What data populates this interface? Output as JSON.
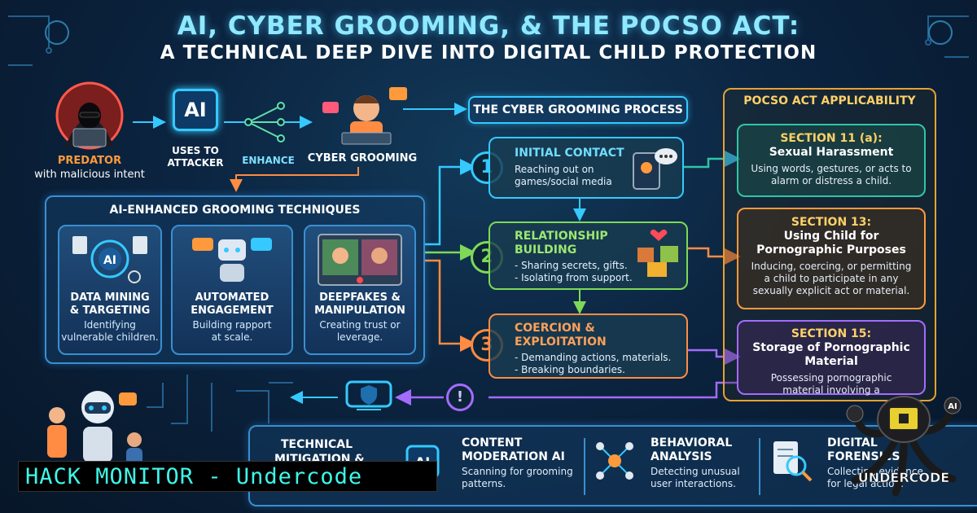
{
  "title": {
    "line1": "AI, CYBER GROOMING, & THE POCSO ACT:",
    "line2": "A TECHNICAL DEEP DIVE INTO DIGITAL CHILD PROTECTION"
  },
  "top_flow": {
    "predator_label": "PREDATOR",
    "predator_sub": "with malicious intent",
    "ai_badge": "AI",
    "uses_to": "USES TO",
    "attacker": "ATTACKER",
    "enhance": "ENHANCE",
    "cyber_grooming": "CYBER GROOMING"
  },
  "techniques": {
    "title": "AI-ENHANCED GROOMING TECHNIQUES",
    "cards": [
      {
        "head1": "DATA MINING",
        "head2": "& TARGETING",
        "desc1": "Identifying",
        "desc2": "vulnerable children."
      },
      {
        "head1": "AUTOMATED",
        "head2": "ENGAGEMENT",
        "desc1": "Building rapport",
        "desc2": "at scale."
      },
      {
        "head1": "DEEPFAKES &",
        "head2": "MANIPULATION",
        "desc1": "Creating trust or",
        "desc2": "leverage."
      }
    ]
  },
  "process": {
    "title": "THE CYBER GROOMING PROCESS",
    "steps": [
      {
        "num": "1",
        "head1": "INITIAL CONTACT",
        "head2": "",
        "desc1": "Reaching out on",
        "desc2": "games/social media",
        "color": "#35c9ff"
      },
      {
        "num": "2",
        "head1": "RELATIONSHIP",
        "head2": "BUILDING",
        "desc1": "- Sharing secrets, gifts.",
        "desc2": "- Isolating from support.",
        "color": "#7ed957"
      },
      {
        "num": "3",
        "head1": "COERCION &",
        "head2": "EXPLOITATION",
        "desc1": "- Demanding actions, materials.",
        "desc2": "- Breaking boundaries.",
        "color": "#ff8c42"
      }
    ]
  },
  "pocso": {
    "title": "POCSO ACT APPLICABILITY",
    "sections": [
      {
        "head": "SECTION 11 (a):",
        "sub1": "Sexual Harassment",
        "sub2": "",
        "desc1": "Using words, gestures, or acts to",
        "desc2": "alarm or distress a child.",
        "desc3": "",
        "color": "#2fc6a8"
      },
      {
        "head": "SECTION 13:",
        "sub1": "Using Child for",
        "sub2": "Pornographic Purposes",
        "desc1": "Inducing, coercing, or permitting",
        "desc2": "a child to participate in any",
        "desc3": "sexually explicit act or material.",
        "color": "#ff9a3c"
      },
      {
        "head": "SECTION 15:",
        "sub1": "Storage of Pornographic",
        "sub2": "Material",
        "desc1": "Possessing pornographic",
        "desc2": "material involving a",
        "desc3": "",
        "color": "#a46bff"
      }
    ]
  },
  "mitigation": {
    "title1": "TECHNICAL",
    "title2": "MITIGATION &",
    "items": [
      {
        "head1": "CONTENT",
        "head2": "MODERATION AI",
        "desc1": "Scanning for grooming",
        "desc2": "patterns."
      },
      {
        "head1": "BEHAVIORAL",
        "head2": "ANALYSIS",
        "desc1": "Detecting unusual",
        "desc2": "user interactions."
      },
      {
        "head1": "DIGITAL",
        "head2": "FORENSICS",
        "desc1": "Collecting evidence",
        "desc2": "for legal action."
      }
    ]
  },
  "warning_symbol": "!",
  "banner_text": "HACK MONITOR - Undercode",
  "watermark_logo": "UNDERCODE",
  "icons": [
    "hooded-predator-icon",
    "ai-chip-icon",
    "child-laptop-icon",
    "profile-target-icon",
    "robot-chat-icon",
    "video-call-icon",
    "tablet-chat-icon",
    "gift-boxes-icon",
    "network-nodes-icon",
    "magnifier-doc-icon",
    "robot-family-icon",
    "octopus-hacker-icon"
  ],
  "colors": {
    "accent_cyan": "#35c9ff",
    "accent_green": "#7ed957",
    "accent_orange": "#ff8c42",
    "accent_purple": "#a46bff",
    "accent_teal": "#2fc6a8",
    "accent_yellow": "#ffd166",
    "background": "#0b2440"
  }
}
